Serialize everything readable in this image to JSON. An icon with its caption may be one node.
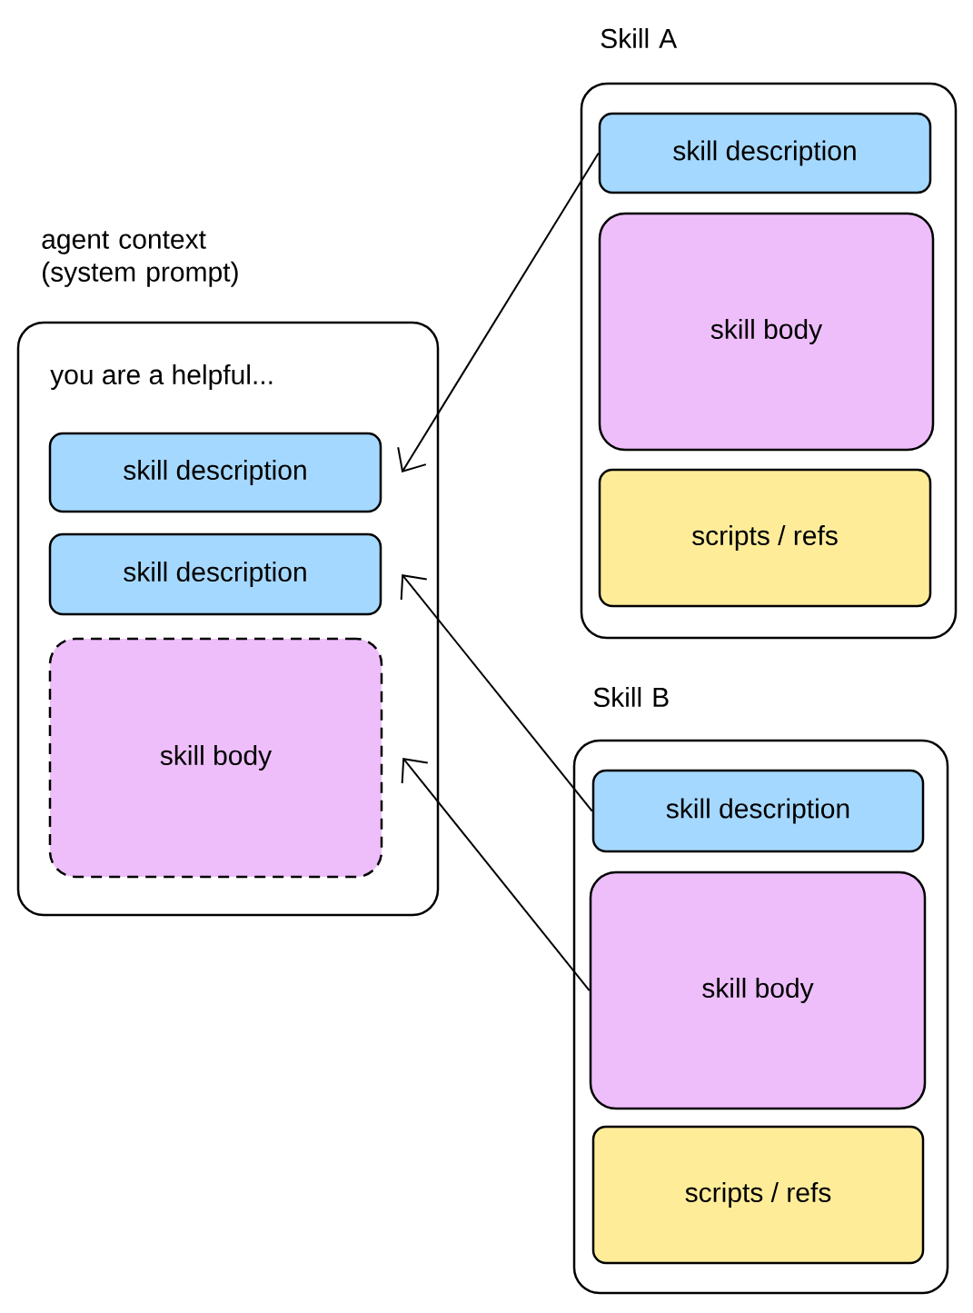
{
  "diagram": {
    "nodes": [
      {
        "text": [
          "agent context (system prompt)",
          "you are a helpful..."
        ]
      },
      {
        "text": [
          "skill description"
        ],
        "in": 0
      },
      {
        "text": [
          "skill description"
        ],
        "in": 0
      },
      {
        "text": [
          "skill body"
        ],
        "in": 0
      },
      {
        "text": [
          "Skill A"
        ]
      },
      {
        "text": [
          "skill description"
        ],
        "in": 4
      },
      {
        "text": [
          "skill body"
        ],
        "in": 4
      },
      {
        "text": [
          "scripts / refs"
        ],
        "in": 4
      },
      {
        "text": [
          "Skill B"
        ]
      },
      {
        "text": [
          "skill description"
        ],
        "in": 8
      },
      {
        "text": [
          "skill body"
        ],
        "in": 8
      },
      {
        "text": [
          "scripts / refs"
        ],
        "in": 8
      }
    ],
    "edges": [
      {
        "from": 5,
        "to": 1,
        "arrow": "to"
      },
      {
        "from": 9,
        "to": 2,
        "arrow": "to"
      },
      {
        "from": 10,
        "to": 3,
        "arrow": "to"
      }
    ]
  }
}
